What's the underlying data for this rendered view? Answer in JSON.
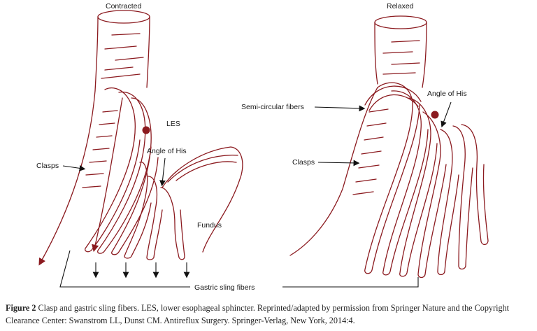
{
  "titles": {
    "left": "Contracted",
    "right": "Relaxed"
  },
  "labels": {
    "les": "LES",
    "angle_left": "Angle of His",
    "clasps_left": "Clasps",
    "fundus": "Fundus",
    "semi_circular": "Semi-circular fibers",
    "angle_right": "Angle of His",
    "clasps_right": "Clasps",
    "gastric_sling": "Gastric sling fibers"
  },
  "caption": {
    "figure_label": "Figure 2",
    "text": "Clasp and gastric sling fibers. LES, lower esophageal sphincter. Reprinted/adapted by permission from Springer Nature and the Copyright Clearance Center: Swanstrom LL, Dunst CM. Antireflux Surgery. Springer-Verlag, New York, 2014:4."
  },
  "colors": {
    "fiber": "#8b1a1f",
    "les_dot": "#8b1a1f",
    "text": "#1a1a1a"
  }
}
